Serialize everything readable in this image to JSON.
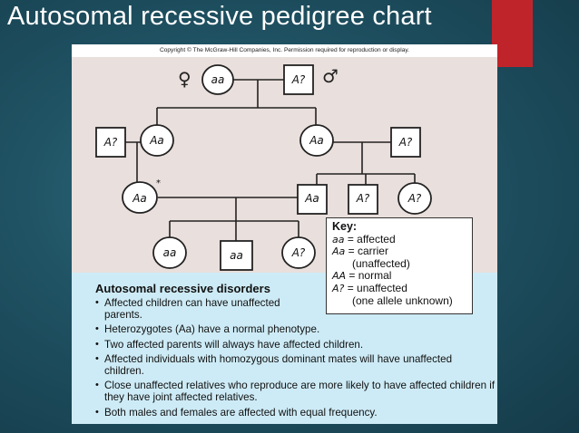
{
  "slide": {
    "title": "Autosomal recessive pedigree chart",
    "accent_color": "#c0242b"
  },
  "figure": {
    "copyright": "Copyright © The McGraw-Hill Companies, Inc. Permission required for reproduction or display.",
    "female_symbol": "♀",
    "male_symbol": "♂",
    "proband_marker": "*",
    "pedigree": {
      "generation1": {
        "mother": "aa",
        "father": "A?"
      },
      "generation2": {
        "left_spouse": "A?",
        "left_daughter": "Aa",
        "right_daughter": "Aa",
        "right_spouse": "A?"
      },
      "generation3": {
        "proband": "Aa",
        "husband": "Aa",
        "brother": "A?",
        "sister": "A?"
      },
      "generation4": {
        "daughter": "aa",
        "son": "aa",
        "daughter2": "A?"
      }
    },
    "key": {
      "title": "Key:",
      "rows": [
        {
          "genotype": "aa",
          "meaning": "= affected"
        },
        {
          "genotype": "Aa",
          "meaning": "= carrier"
        },
        {
          "genotype": "",
          "meaning": "(unaffected)"
        },
        {
          "genotype": "AA",
          "meaning": "= normal"
        },
        {
          "genotype": "A?",
          "meaning": "= unaffected"
        },
        {
          "genotype": "",
          "meaning": "(one allele unknown)"
        }
      ]
    },
    "rules": {
      "title": "Autosomal recessive disorders",
      "items": [
        "Affected children can have unaffected parents.",
        "Heterozygotes (Aa) have a normal phenotype.",
        "Two affected parents will always have affected children.",
        "Affected individuals with homozygous dominant mates will have unaffected children.",
        "Close unaffected relatives who reproduce are more likely to have affected children if they have joint affected relatives.",
        "Both males and females are affected with equal frequency."
      ]
    }
  }
}
